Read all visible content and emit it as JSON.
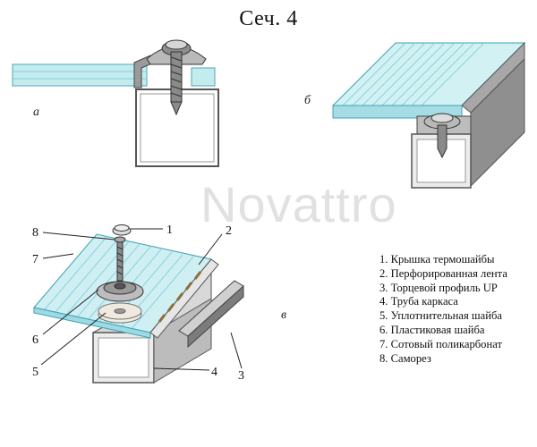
{
  "title": "Сеч. 4",
  "subfigures": {
    "a": "а",
    "b": "б",
    "v": "в"
  },
  "watermark": "Novattro",
  "callouts": [
    "1",
    "2",
    "3",
    "4",
    "5",
    "6",
    "7",
    "8"
  ],
  "legend": [
    "1. Крышка термошайбы",
    "2. Перфорированная лента",
    "3. Торцевой профиль UP",
    "4. Труба каркаса",
    "5. Уплотнительная шайба",
    "6. Пластиковая шайба",
    "7. Сотовый поликарбонат",
    "8. Саморез"
  ],
  "colors": {
    "polycarbonate": "#bfe9ee",
    "polycarbonate_edge": "#3aa3b3",
    "metal": "#c8c8c8",
    "metal_dark": "#8a8a8a",
    "line": "#222222"
  }
}
